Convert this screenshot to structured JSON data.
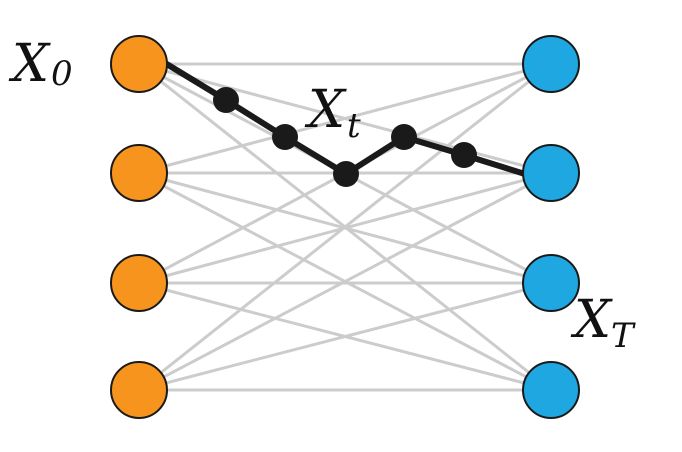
{
  "labels": {
    "start": {
      "base": "X",
      "subscript": "0"
    },
    "intermediate": {
      "base": "X",
      "subscript": "t"
    },
    "end": {
      "base": "X",
      "subscript": "T"
    }
  },
  "nodes": {
    "left_count": 4,
    "right_count": 4
  },
  "colors": {
    "left_node_fill": "#f7941d",
    "right_node_fill": "#1ea7e1",
    "node_stroke": "#1a1a1a",
    "connection_line": "#cccccc",
    "path_line": "#1a1a1a",
    "path_point": "#1a1a1a"
  }
}
